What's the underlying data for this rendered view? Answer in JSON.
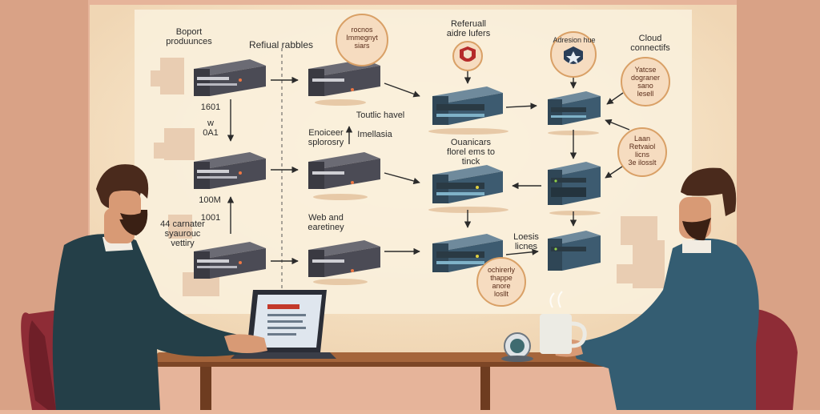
{
  "labels": {
    "top_left": "Boport\nproduunces",
    "col1_title": "Refiual rabbles",
    "tag_1601": "1601",
    "tag_w_0a1": "w\n0A1",
    "tag_100m": "100M",
    "tag_1001": "1001",
    "bottom_left": "44 carnater\nsyaurouc\nvettiry",
    "encoder": "Enoiceer\nsplorosry",
    "toutic_havel": "Toutlic havel",
    "imellasia": "Imellasia",
    "web_and": "Web and\nearetiney",
    "referral": "Referuall\naidre lufers",
    "ouanicars": "Ouanicars\nflorel ems to\ntinck",
    "adresion_hue": "Adresion hue",
    "cloud": "Cloud\nconnectifs",
    "loesis": "Loesis\nlicnes"
  },
  "callouts": {
    "c1": "rocnos\nImmegnyt\nsiars",
    "c2": "Yatcse\ndograner\nsano\nlesell",
    "c3": "Laan\nRetvaiol\nlicns\n3e ilosslt",
    "c4": "ochirerly\nthappe\nanore\nlosllt"
  },
  "colors": {
    "wall": "#e8b79c",
    "board": "#f8ecd3",
    "device_dark": "#4b4b55",
    "switch_blue": "#3d5b70",
    "callout_ring": "#d9a066",
    "shirt_left": "#243f48",
    "shirt_right": "#345d72",
    "chair": "#8e2c36",
    "table": "#a5653b"
  }
}
